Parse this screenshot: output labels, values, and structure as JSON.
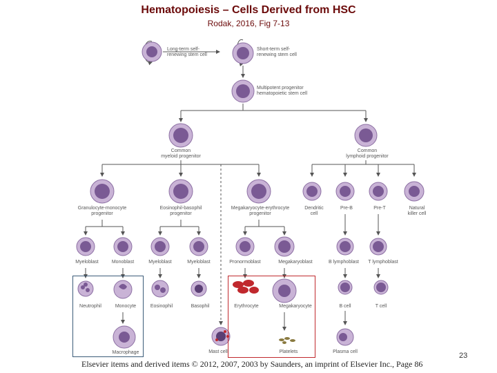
{
  "title": "Hematopoiesis – Cells Derived from HSC",
  "subtitle": "Rodak, 2016, Fig 7-13",
  "page_number": "23",
  "footer": "Elsevier items and derived items © 2012, 2007, 2003 by Saunders, an imprint of Elsevier Inc., Page 86",
  "labels": {
    "lt_hsc": "Long-term self-\nrenewing stem cell",
    "st_hsc": "Short-term self-\nrenewing stem cell",
    "mpp": "Multipotent progenitor\nhematopoietic stem cell",
    "cmp": "Common\nmyeloid progenitor",
    "clp": "Common\nlymphoid progenitor",
    "gmp": "Granulocyte-monocyte\nprogenitor",
    "ebp": "Eosinophil-basophil\nprogenitor",
    "mep": "Megakaryocyte-erythrocyte\nprogenitor",
    "dendritic": "Dendritic\ncell",
    "pre_b": "Pre-B",
    "pre_t": "Pre-T",
    "nk": "Natural\nkiller cell",
    "myeloblast1": "Myeloblast",
    "monoblast": "Monoblast",
    "myeloblast2": "Myeloblast",
    "myeloblast3": "Myeloblast",
    "pronormoblast": "Pronormoblast",
    "megakaryoblast": "Megakaryoblast",
    "b_lymphoblast": "B lymphoblast",
    "t_lymphoblast": "T lymphoblast",
    "neutrophil": "Neutrophil",
    "monocyte": "Monocyte",
    "eosinophil": "Eosinophil",
    "basophil": "Basophil",
    "erythrocyte": "Erythrocyte",
    "megakaryocyte": "Megakaryocyte",
    "b_cell": "B cell",
    "t_cell": "T cell",
    "macrophage": "Macrophage",
    "mast_cell": "Mast cell",
    "platelets": "Platelets",
    "plasma_cell": "Plasma cell"
  },
  "colors": {
    "title": "#6b0a0a",
    "cell_fill": "#c9b3d6",
    "cell_edge": "#8c6fa3",
    "line": "#555555",
    "box_blue": "#3a5a78",
    "box_red": "#c0282d",
    "rbc": "#c0282d"
  }
}
